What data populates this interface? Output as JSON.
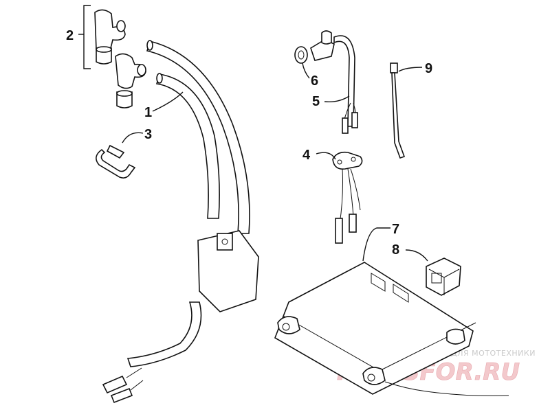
{
  "callouts": [
    {
      "id": "1",
      "text": "1"
    },
    {
      "id": "2",
      "text": "2"
    },
    {
      "id": "3",
      "text": "3"
    },
    {
      "id": "4",
      "text": "4"
    },
    {
      "id": "5",
      "text": "5"
    },
    {
      "id": "6",
      "text": "6"
    },
    {
      "id": "7",
      "text": "7"
    },
    {
      "id": "8",
      "text": "8"
    },
    {
      "id": "9",
      "text": "9"
    }
  ],
  "watermark": {
    "tagline": "ЗАПЧАСТИ И АКСЕССУАРЫ ДЛЯ МОТОТЕХНИКИ",
    "site": "PARTSFOR.RU",
    "color": "#e8a7ad"
  },
  "parts": {
    "1": "ignition-coil-icon",
    "2": "spark-plug-cap-icon",
    "3": "wire-clip-icon",
    "4": "sensor-icon",
    "5": "wire-harness-icon",
    "6": "grommet-icon",
    "7": "cdi-box-icon",
    "8": "rubber-cap-icon",
    "9": "cable-tie-icon"
  }
}
